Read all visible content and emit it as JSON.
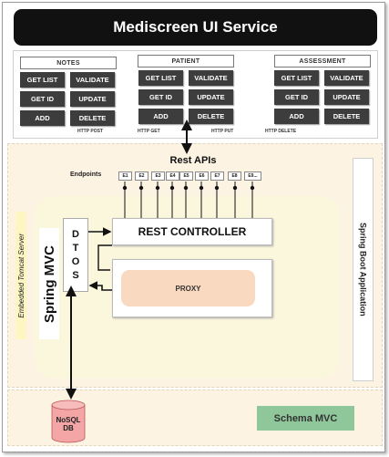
{
  "title": "Mediscreen UI Service",
  "groups": [
    {
      "title": "NOTES",
      "buttons": [
        "GET LIST",
        "VALIDATE",
        "GET ID",
        "UPDATE",
        "ADD",
        "DELETE"
      ]
    },
    {
      "title": "PATIENT",
      "buttons": [
        "GET LIST",
        "VALIDATE",
        "GET ID",
        "UPDATE",
        "ADD",
        "DELETE"
      ]
    },
    {
      "title": "ASSESSMENT",
      "buttons": [
        "GET LIST",
        "VALIDATE",
        "GET ID",
        "UPDATE",
        "ADD",
        "DELETE"
      ]
    }
  ],
  "http_methods": [
    "HTTP POST",
    "HTTP GET",
    "HTTP PUT",
    "HTTP DELETE"
  ],
  "rest_apis_label": "Rest APIs",
  "endpoints_label": "Endpoints",
  "endpoints": [
    "E1",
    "E2",
    "E3",
    "E4",
    "E5",
    "E6",
    "E7",
    "E8",
    "E9..."
  ],
  "spring_boot_label": "Spring Boot Application",
  "tomcat_label": "Embedded Tomcat Server",
  "spring_mvc_label": "Spring MVC",
  "dtos_letters": [
    "D",
    "T",
    "O",
    "S"
  ],
  "rest_controller_label": "REST CONTROLLER",
  "proxy_label": "PROXY",
  "db_label": {
    "line1": "NoSQL",
    "line2": "DB"
  },
  "schema_label": "Schema MVC",
  "colors": {
    "header_bg": "#111111",
    "button_bg": "#3d3d3d",
    "app_bg": "#fdf3e3",
    "mvc_bg": "#fbf7dd",
    "proxy_bg": "#f9d9bf",
    "db_color": "#f4a6a6",
    "schema_bg": "#8fc79a",
    "tomcat_bg": "#fdf6c3"
  }
}
